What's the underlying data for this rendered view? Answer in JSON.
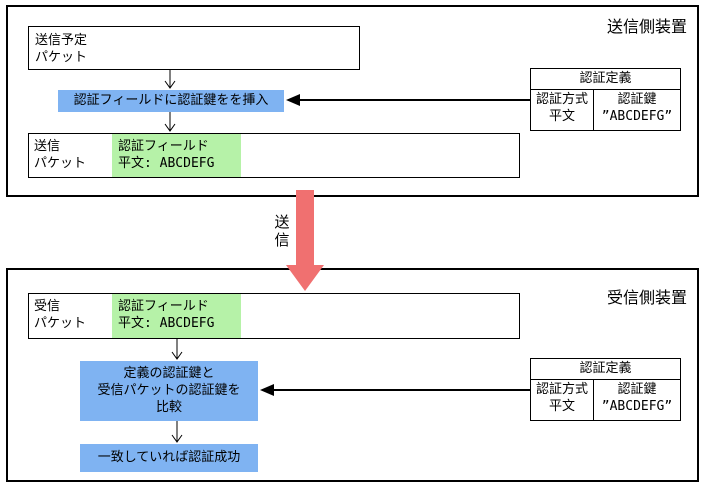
{
  "sender": {
    "title": "送信側装置",
    "planned_packet": [
      "送信予定",
      "パケット"
    ],
    "insert_step": "認証フィールドに認証鍵をを挿入",
    "packet_label": [
      "送信",
      "パケット"
    ],
    "auth_field": [
      "認証フィールド",
      "平文: ABCDEFG"
    ],
    "definition": {
      "header": "認証定義",
      "method": [
        "認証方式",
        "平文"
      ],
      "key": [
        "認証鍵",
        "”ABCDEFG”"
      ]
    }
  },
  "transfer_label": [
    "送",
    "信"
  ],
  "receiver": {
    "title": "受信側装置",
    "packet_label": [
      "受信",
      "パケット"
    ],
    "auth_field": [
      "認証フィールド",
      "平文: ABCDEFG"
    ],
    "compare_step": [
      "定義の認証鍵と",
      "受信パケットの認証鍵を",
      "比較"
    ],
    "result_step": "一致していれば認証成功",
    "definition": {
      "header": "認証定義",
      "method": [
        "認証方式",
        "平文"
      ],
      "key": [
        "認証鍵",
        "”ABCDEFG”"
      ]
    }
  },
  "colors": {
    "field_green": "#b6f2a8",
    "step_blue": "#7fb3f2",
    "transfer_arrow": "#f07070"
  }
}
